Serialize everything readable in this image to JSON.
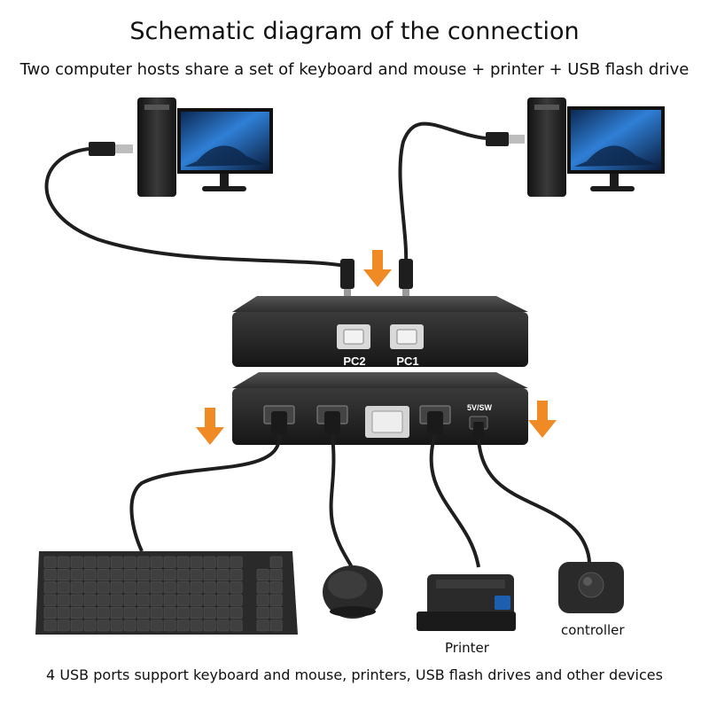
{
  "header": {
    "title": "Schematic diagram of the connection",
    "subtitle": "Two computer hosts share a set of keyboard and mouse + printer + USB flash drive"
  },
  "switch": {
    "port_pc2": "PC2",
    "port_pc1": "PC1",
    "power_label": "5V/SW"
  },
  "devices": {
    "printer": "Printer",
    "controller": "controller"
  },
  "footer": {
    "note": "4 USB ports support keyboard and mouse, printers, USB flash drives and other devices"
  },
  "colors": {
    "arrow": "#f08a24",
    "case": "#2a2a2a",
    "cable": "#222222",
    "screen": "#1d5fae"
  }
}
